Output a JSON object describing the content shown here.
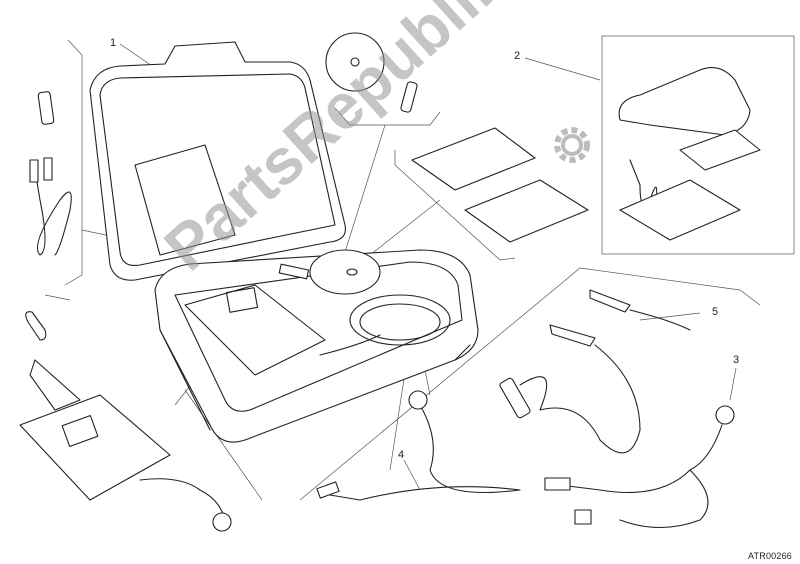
{
  "diagram": {
    "callouts": [
      {
        "id": "callout-1",
        "text": "1"
      },
      {
        "id": "callout-2",
        "text": "2"
      },
      {
        "id": "callout-3",
        "text": "3"
      },
      {
        "id": "callout-4",
        "text": "4"
      },
      {
        "id": "callout-5",
        "text": "5"
      }
    ],
    "drawing_code": "ATR00266",
    "watermark": "PartsRepublik",
    "watermark_icon": "gear-icon"
  }
}
